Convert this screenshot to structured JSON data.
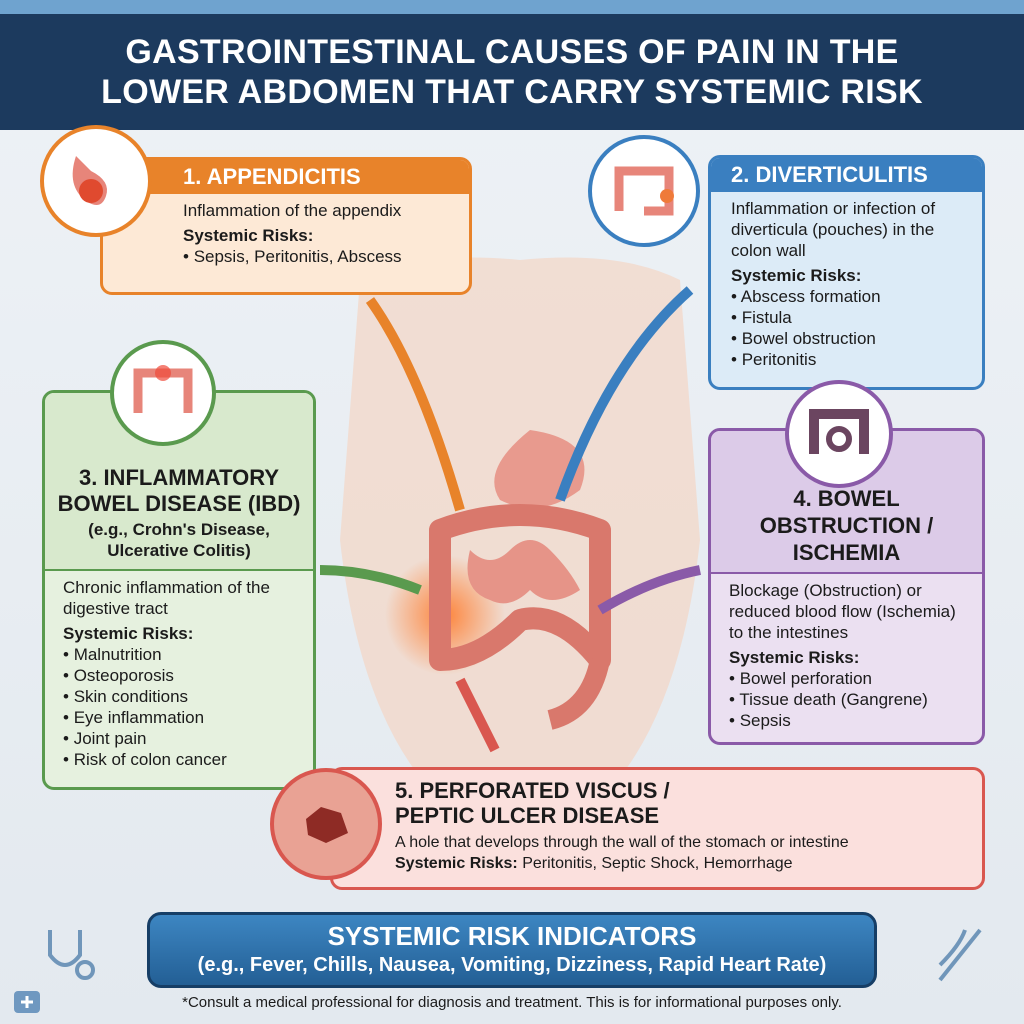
{
  "title": "GASTROINTESTINAL CAUSES OF PAIN IN THE LOWER ABDOMEN THAT CARRY SYSTEMIC RISK",
  "risks_label": "Systemic Risks:",
  "cards": [
    {
      "heading": "1. APPENDICITIS",
      "description": "Inflammation of the appendix",
      "risks": [
        "Sepsis, Peritonitis, Abscess"
      ],
      "color": "#e8832a"
    },
    {
      "heading": "2. DIVERTICULITIS",
      "description": "Inflammation or infection of diverticula (pouches) in the colon wall",
      "risks": [
        "Abscess formation",
        "Fistula",
        "Bowel obstruction",
        "Peritonitis"
      ],
      "color": "#3a7fc0"
    },
    {
      "heading": "3. INFLAMMATORY BOWEL DISEASE (IBD)",
      "subheading": "(e.g., Crohn's Disease, Ulcerative Colitis)",
      "description": "Chronic inflammation of the digestive tract",
      "risks": [
        "Malnutrition",
        "Osteoporosis",
        "Skin conditions",
        "Eye inflammation",
        "Joint pain",
        "Risk of colon cancer"
      ],
      "color": "#5a9a4e"
    },
    {
      "heading": "4. BOWEL OBSTRUCTION / ISCHEMIA",
      "description": "Blockage (Obstruction) or reduced blood flow (Ischemia) to the intestines",
      "risks": [
        "Bowel perforation",
        "Tissue death (Gangrene)",
        "Sepsis"
      ],
      "color": "#8a5aa8"
    },
    {
      "heading": "5. PERFORATED VISCUS / PEPTIC ULCER DISEASE",
      "description": "A hole that develops through the wall of the stomach or intestine",
      "risks_inline": "Peritonitis, Septic Shock, Hemorrhage",
      "color": "#d9574f"
    }
  ],
  "banner": {
    "title": "SYSTEMIC RISK INDICATORS",
    "subtitle": "(e.g., Fever, Chills, Nausea, Vomiting, Dizziness, Rapid Heart Rate)"
  },
  "footer": "*Consult a medical professional for diagnosis and treatment. This is for informational purposes only."
}
